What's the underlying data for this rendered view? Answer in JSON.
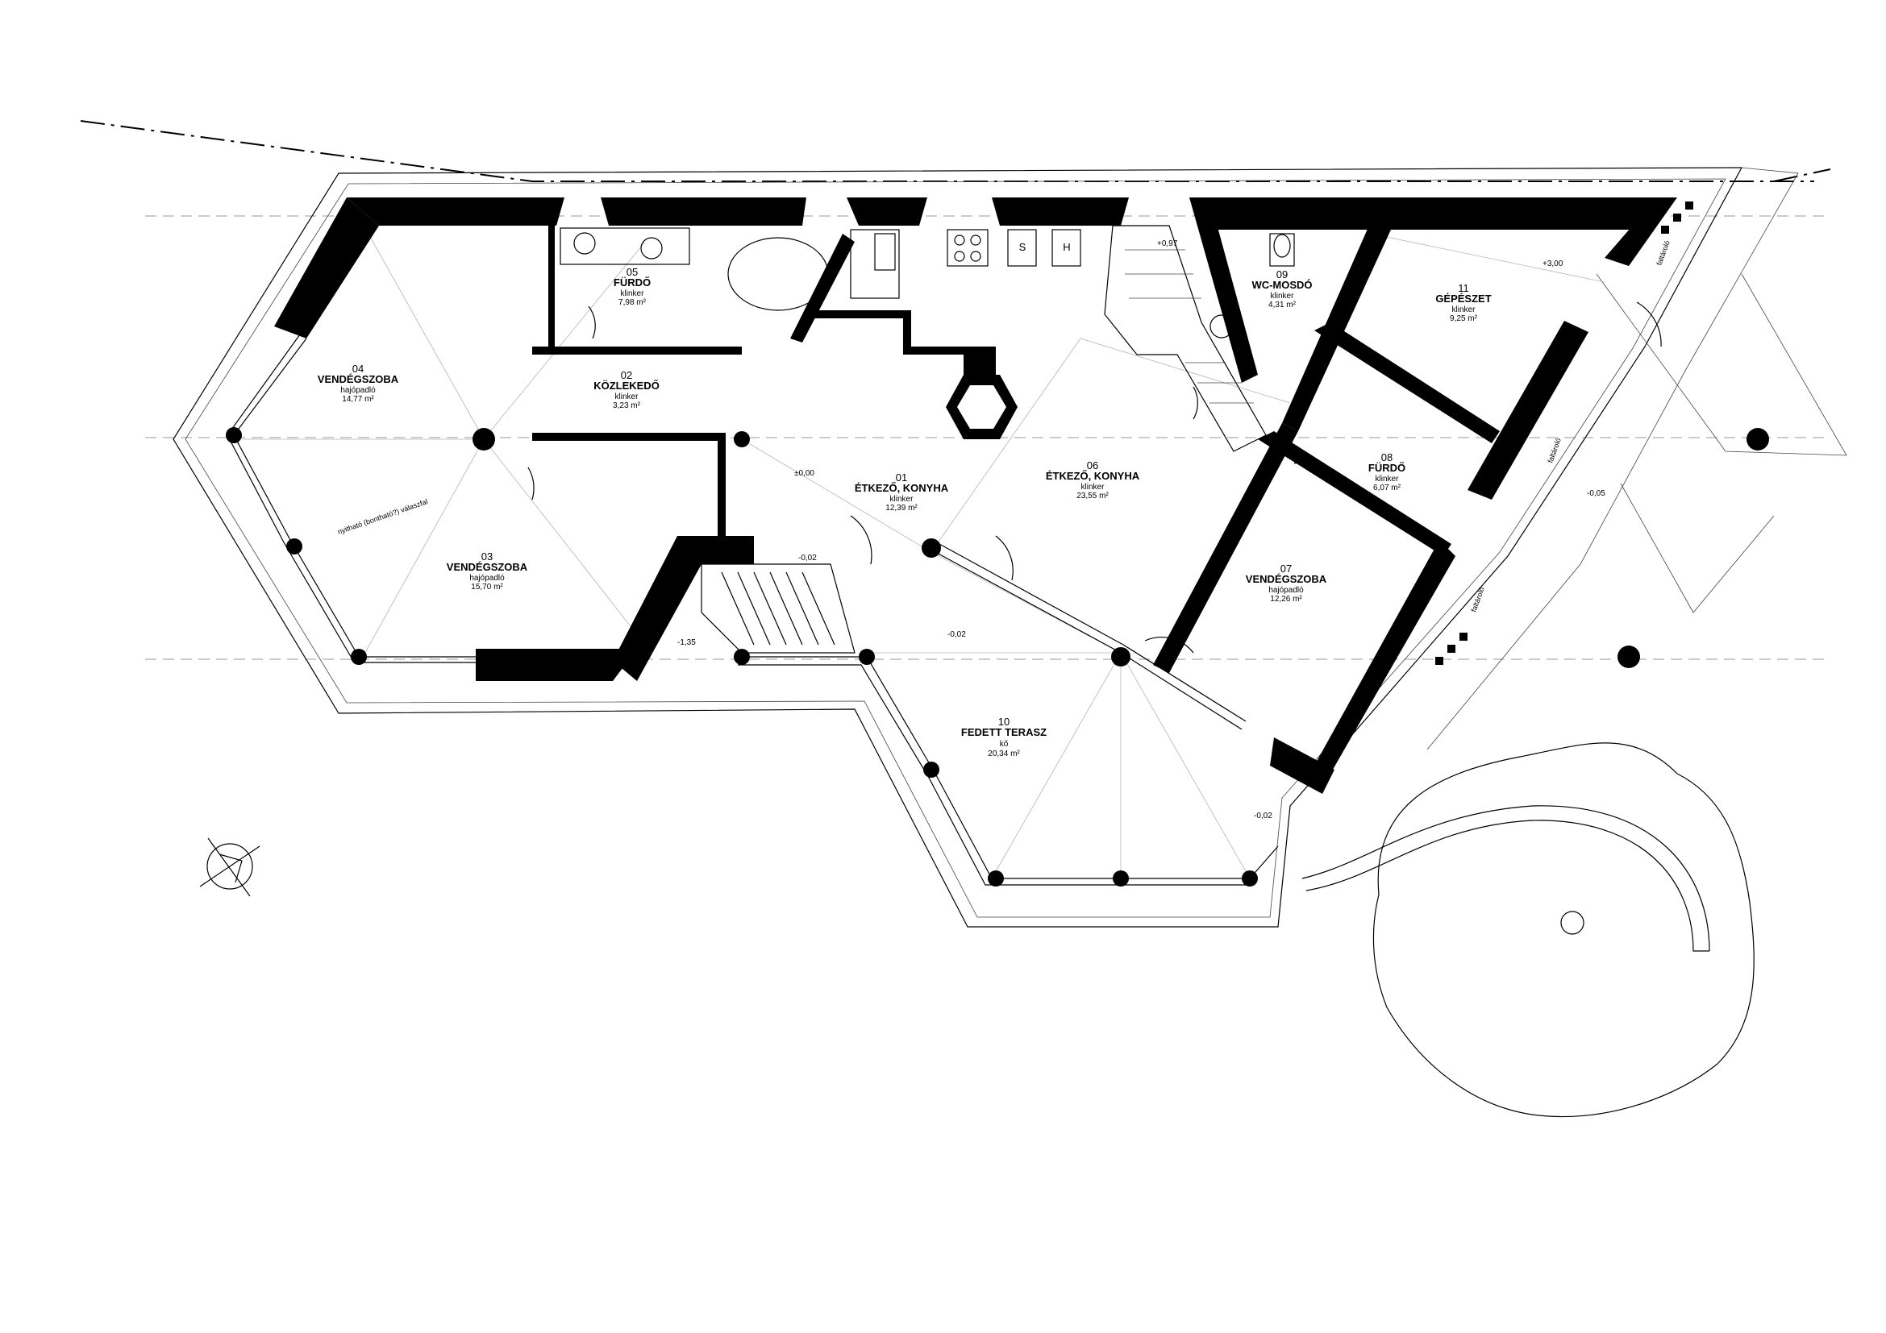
{
  "rooms": [
    {
      "id": "r04",
      "number": "04",
      "name": "VENDÉGSZOBA",
      "material": "hajópadló",
      "area": "14,77 m²"
    },
    {
      "id": "r03",
      "number": "03",
      "name": "VENDÉGSZOBA",
      "material": "hajópadló",
      "area": "15,70 m²"
    },
    {
      "id": "r05",
      "number": "05",
      "name": "FÜRDŐ",
      "material": "klinker",
      "area": "7,98 m²"
    },
    {
      "id": "r02",
      "number": "02",
      "name": "KÖZLEKEDŐ",
      "material": "klinker",
      "area": "3,23 m²"
    },
    {
      "id": "r01",
      "number": "01",
      "name": "ÉTKEZŐ, KONYHA",
      "material": "klinker",
      "area": "12,39 m²"
    },
    {
      "id": "r06",
      "number": "06",
      "name": "ÉTKEZŐ, KONYHA",
      "material": "klinker",
      "area": "23,55 m²"
    },
    {
      "id": "r09",
      "number": "09",
      "name": "WC-MOSDÓ",
      "material": "klinker",
      "area": "4,31 m²"
    },
    {
      "id": "r11",
      "number": "11",
      "name": "GÉPÉSZET",
      "material": "klinker",
      "area": "9,25 m²"
    },
    {
      "id": "r08",
      "number": "08",
      "name": "FÜRDŐ",
      "material": "klinker",
      "area": "6,07 m²"
    },
    {
      "id": "r07",
      "number": "07",
      "name": "VENDÉGSZOBA",
      "material": "hajópadló",
      "area": "12,26 m²"
    },
    {
      "id": "r10",
      "number": "10",
      "name": "FEDETT TERASZ",
      "material": "kő",
      "area": "20,34 m²"
    }
  ],
  "levels": {
    "l_000": "±0,00",
    "l_097": "+0,97",
    "l_300": "+3,00",
    "l_m002a": "-0,02",
    "l_m002b": "-0,02",
    "l_m002c": "-0,02",
    "l_m135": "-1,35",
    "l_m005": "-0,05"
  },
  "annotations": {
    "partition": "nyitható (bontható?) válaszfal",
    "faltarolo1": "faltároló",
    "faltarolo2": "faltároló",
    "faltarolo3": "faltároló",
    "fixture_s": "S",
    "fixture_h": "H"
  }
}
